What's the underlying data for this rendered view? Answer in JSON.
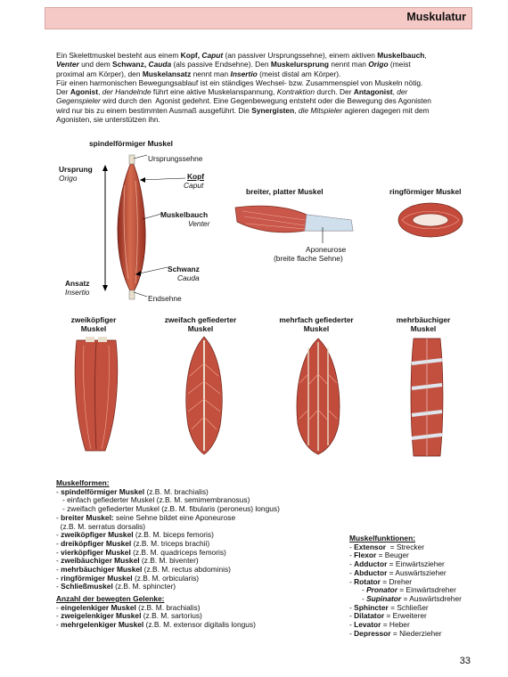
{
  "header": {
    "title": "Muskulatur"
  },
  "intro": [
    [
      [
        "Ein Skelettmuskel besteht aus einem ",
        ""
      ],
      [
        "Kopf, ",
        "b"
      ],
      [
        "Caput",
        "bi"
      ],
      [
        " (an passiver Ursprungssehne), einem aktiven ",
        ""
      ],
      [
        "Muskelbauch",
        "b"
      ],
      [
        ",",
        ""
      ]
    ],
    [
      [
        "Venter",
        "bi"
      ],
      [
        " und dem ",
        ""
      ],
      [
        "Schwanz, ",
        "b"
      ],
      [
        "Cauda",
        "bi"
      ],
      [
        " (als passive Endsehne). Den ",
        ""
      ],
      [
        "Muskelursprung",
        "b"
      ],
      [
        " nennt man ",
        ""
      ],
      [
        "Origo",
        "bi"
      ],
      [
        " (meist",
        ""
      ]
    ],
    [
      [
        "proximal am Körper), den ",
        ""
      ],
      [
        "Muskelansatz",
        "b"
      ],
      [
        " nennt man ",
        ""
      ],
      [
        "Insertio",
        "bi"
      ],
      [
        " (meist distal am Körper).",
        ""
      ]
    ],
    [
      [
        "Für einen harmonischen Bewegungsablauf ist ein ständiges Wechsel- bzw. Zusammenspiel von Muskeln nötig.",
        ""
      ]
    ],
    [
      [
        "Der ",
        ""
      ],
      [
        "Agonist",
        "b"
      ],
      [
        ", ",
        ""
      ],
      [
        "der Handelnde",
        "i"
      ],
      [
        " führt eine aktive Muskelanspannung, ",
        ""
      ],
      [
        "Kontraktion",
        "i"
      ],
      [
        " durch. Der ",
        ""
      ],
      [
        "Antagonist",
        "b"
      ],
      [
        ", ",
        ""
      ],
      [
        "der",
        "i"
      ]
    ],
    [
      [
        "Gegenspieler",
        "i"
      ],
      [
        " wird durch den  Agonist gedehnt. Eine Gegenbewegung entsteht oder die Bewegung des Agonisten",
        ""
      ]
    ],
    [
      [
        "wird nur bis zu einem bestimmten Ausmaß ausgeführt. Die ",
        ""
      ],
      [
        "Synergisten",
        "b"
      ],
      [
        ", ",
        ""
      ],
      [
        "die Mitspieler",
        "i"
      ],
      [
        " agieren dagegen mit dem",
        ""
      ]
    ],
    [
      [
        "Agonisten, sie unterstützen ihn.",
        ""
      ]
    ]
  ],
  "diagram": {
    "spindle_title": "spindelförmiger Muskel",
    "ursprungssehne": "Ursprungssehne",
    "ursprung": "Ursprung",
    "origo": "Origo",
    "kopf": "Kopf",
    "caput": "Caput",
    "muskelbauch": "Muskelbauch",
    "venter": "Venter",
    "schwanz": "Schwanz",
    "cauda": "Cauda",
    "ansatz": "Ansatz",
    "insertio": "Insertio",
    "endsehne": "Endsehne",
    "flat_title": "breiter, platter Muskel",
    "aponeurose": "Aponeurose",
    "aponeurose_desc": "(breite flache Sehne)",
    "ring_title": "ringförmiger Muskel"
  },
  "muscle_types": [
    {
      "line1": "zweiköpfiger",
      "line2": "Muskel"
    },
    {
      "line1": "zweifach gefiederter",
      "line2": "Muskel"
    },
    {
      "line1": "mehrfach gefiederter",
      "line2": "Muskel"
    },
    {
      "line1": "mehrbäuchiger",
      "line2": "Muskel"
    }
  ],
  "formen": {
    "heading": "Muskelformen:",
    "items": [
      [
        [
          "- ",
          ""
        ],
        [
          "spindelförmiger Muskel",
          "b"
        ],
        [
          " (z.B. M. brachialis)",
          ""
        ]
      ],
      [
        [
          "   - einfach gefiederter Muskel (z.B. M. semimembranosus)",
          ""
        ]
      ],
      [
        [
          "   - zweifach gefiederter Muskel (z.B. M. fibularis (peroneus) longus)",
          ""
        ]
      ],
      [
        [
          "- ",
          ""
        ],
        [
          "breiter Muskel:",
          "b"
        ],
        [
          " seine Sehne bildet eine Aponeurose",
          ""
        ]
      ],
      [
        [
          "  (z.B. M. serratus dorsalis)",
          ""
        ]
      ],
      [
        [
          "- ",
          ""
        ],
        [
          "zweiköpfiger Muskel",
          "b"
        ],
        [
          " (z.B. M. biceps femoris)",
          ""
        ]
      ],
      [
        [
          "- ",
          ""
        ],
        [
          "dreiköpfiger Muskel",
          "b"
        ],
        [
          " (z.B. M. triceps brachii)",
          ""
        ]
      ],
      [
        [
          "- ",
          ""
        ],
        [
          "vierköpfiger Muskel",
          "b"
        ],
        [
          " (z.B. M. quadriceps femoris)",
          ""
        ]
      ],
      [
        [
          "- ",
          ""
        ],
        [
          "zweibäuchiger Muskel",
          "b"
        ],
        [
          " (z.B. M. biventer)",
          ""
        ]
      ],
      [
        [
          "- ",
          ""
        ],
        [
          "mehrbäuchiger Muskel",
          "b"
        ],
        [
          " (z.B. M. rectus abdominis)",
          ""
        ]
      ],
      [
        [
          "- ",
          ""
        ],
        [
          "ringförmiger Muskel",
          "b"
        ],
        [
          " (z.B. M. orbicularis)",
          ""
        ]
      ],
      [
        [
          "- ",
          ""
        ],
        [
          "Schließmuskel",
          "b"
        ],
        [
          " (z.B. M. sphincter)",
          ""
        ]
      ]
    ]
  },
  "gelenke": {
    "heading": "Anzahl der bewegten Gelenke:",
    "items": [
      [
        [
          "- ",
          ""
        ],
        [
          "eingelenkiger Muskel",
          "b"
        ],
        [
          " (z.B. M. brachialis)",
          ""
        ]
      ],
      [
        [
          "- ",
          ""
        ],
        [
          "zweigelenkiger Muskel",
          "b"
        ],
        [
          " (z.B. M. sartorius)",
          ""
        ]
      ],
      [
        [
          "- ",
          ""
        ],
        [
          "mehrgelenkiger Muskel",
          "b"
        ],
        [
          " (z.B. M. extensor digitalis longus)",
          ""
        ]
      ]
    ]
  },
  "funktionen": {
    "heading": "Muskelfunktionen:",
    "items": [
      [
        [
          "- ",
          ""
        ],
        [
          "Extensor",
          "b"
        ],
        [
          "  = Strecker",
          ""
        ]
      ],
      [
        [
          "- ",
          ""
        ],
        [
          "Flexor",
          "b"
        ],
        [
          " = Beuger",
          ""
        ]
      ],
      [
        [
          "- ",
          ""
        ],
        [
          "Adductor",
          "b"
        ],
        [
          " = Einwärtszieher",
          ""
        ]
      ],
      [
        [
          "- ",
          ""
        ],
        [
          "Abductor",
          "b"
        ],
        [
          " = Auswärtszieher",
          ""
        ]
      ],
      [
        [
          "- ",
          ""
        ],
        [
          "Rotator",
          "b"
        ],
        [
          " = Dreher",
          ""
        ]
      ],
      [
        [
          "      - ",
          ""
        ],
        [
          "Pronator",
          "bi"
        ],
        [
          " = Einwärtsdreher",
          ""
        ]
      ],
      [
        [
          "      - ",
          ""
        ],
        [
          "Supinator",
          "bi"
        ],
        [
          " = Auswärtsdreher",
          ""
        ]
      ],
      [
        [
          "- ",
          ""
        ],
        [
          "Sphincter",
          "b"
        ],
        [
          " = Schließer",
          ""
        ]
      ],
      [
        [
          "- ",
          ""
        ],
        [
          "Dilatator",
          "b"
        ],
        [
          " = Erweiterer",
          ""
        ]
      ],
      [
        [
          "- ",
          ""
        ],
        [
          "Levator",
          "b"
        ],
        [
          " = Heber",
          ""
        ]
      ],
      [
        [
          "- ",
          ""
        ],
        [
          "Depressor",
          "b"
        ],
        [
          " = Niederzieher",
          ""
        ]
      ]
    ]
  },
  "page_number": "33"
}
